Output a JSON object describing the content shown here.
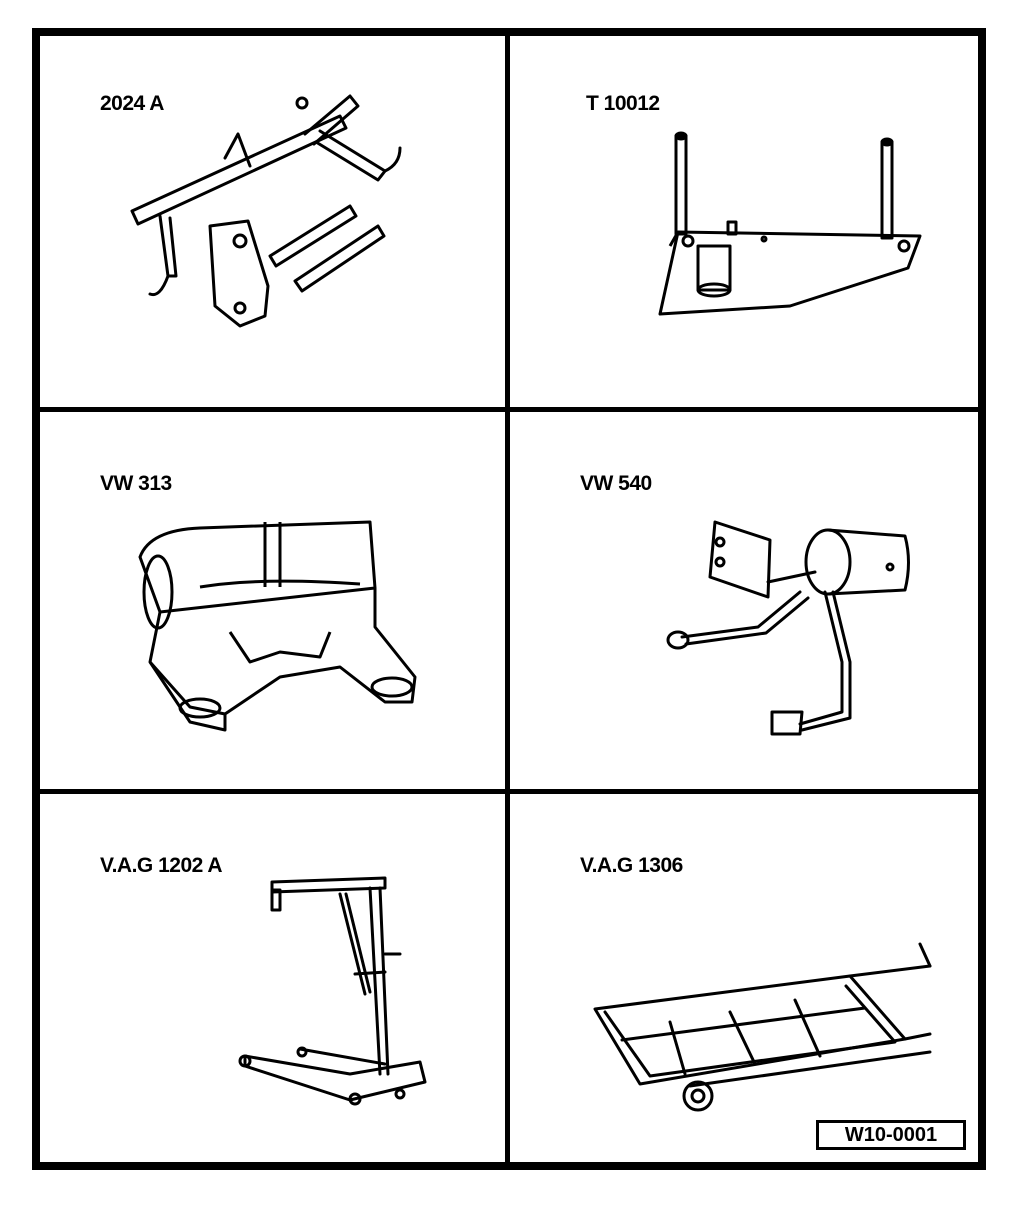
{
  "tools": [
    {
      "id": "2024a",
      "label": "2024 A"
    },
    {
      "id": "t10012",
      "label": "T 10012"
    },
    {
      "id": "vw313",
      "label": "VW 313"
    },
    {
      "id": "vw540",
      "label": "VW 540"
    },
    {
      "id": "vag1202a",
      "label": "V.A.G 1202 A"
    },
    {
      "id": "vag1306",
      "label": "V.A.G 1306"
    }
  ],
  "figure_code": "W10-0001",
  "colors": {
    "ink": "#000000",
    "paper": "#ffffff"
  }
}
